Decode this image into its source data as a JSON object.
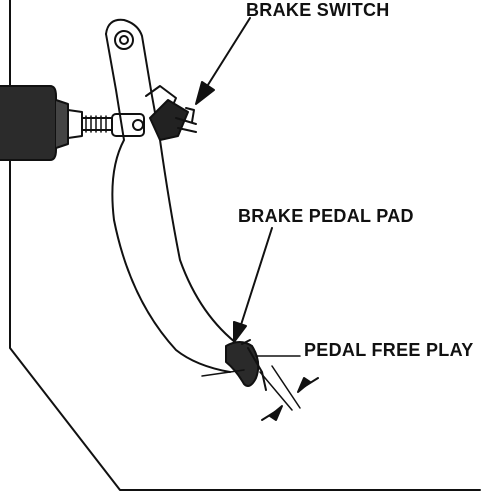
{
  "labels": {
    "brake_switch": "BRAKE SWITCH",
    "brake_pedal_pad": "BRAKE PEDAL PAD",
    "pedal_free_play": "PEDAL FREE PLAY"
  },
  "colors": {
    "ink": "#111111",
    "background": "#ffffff"
  }
}
